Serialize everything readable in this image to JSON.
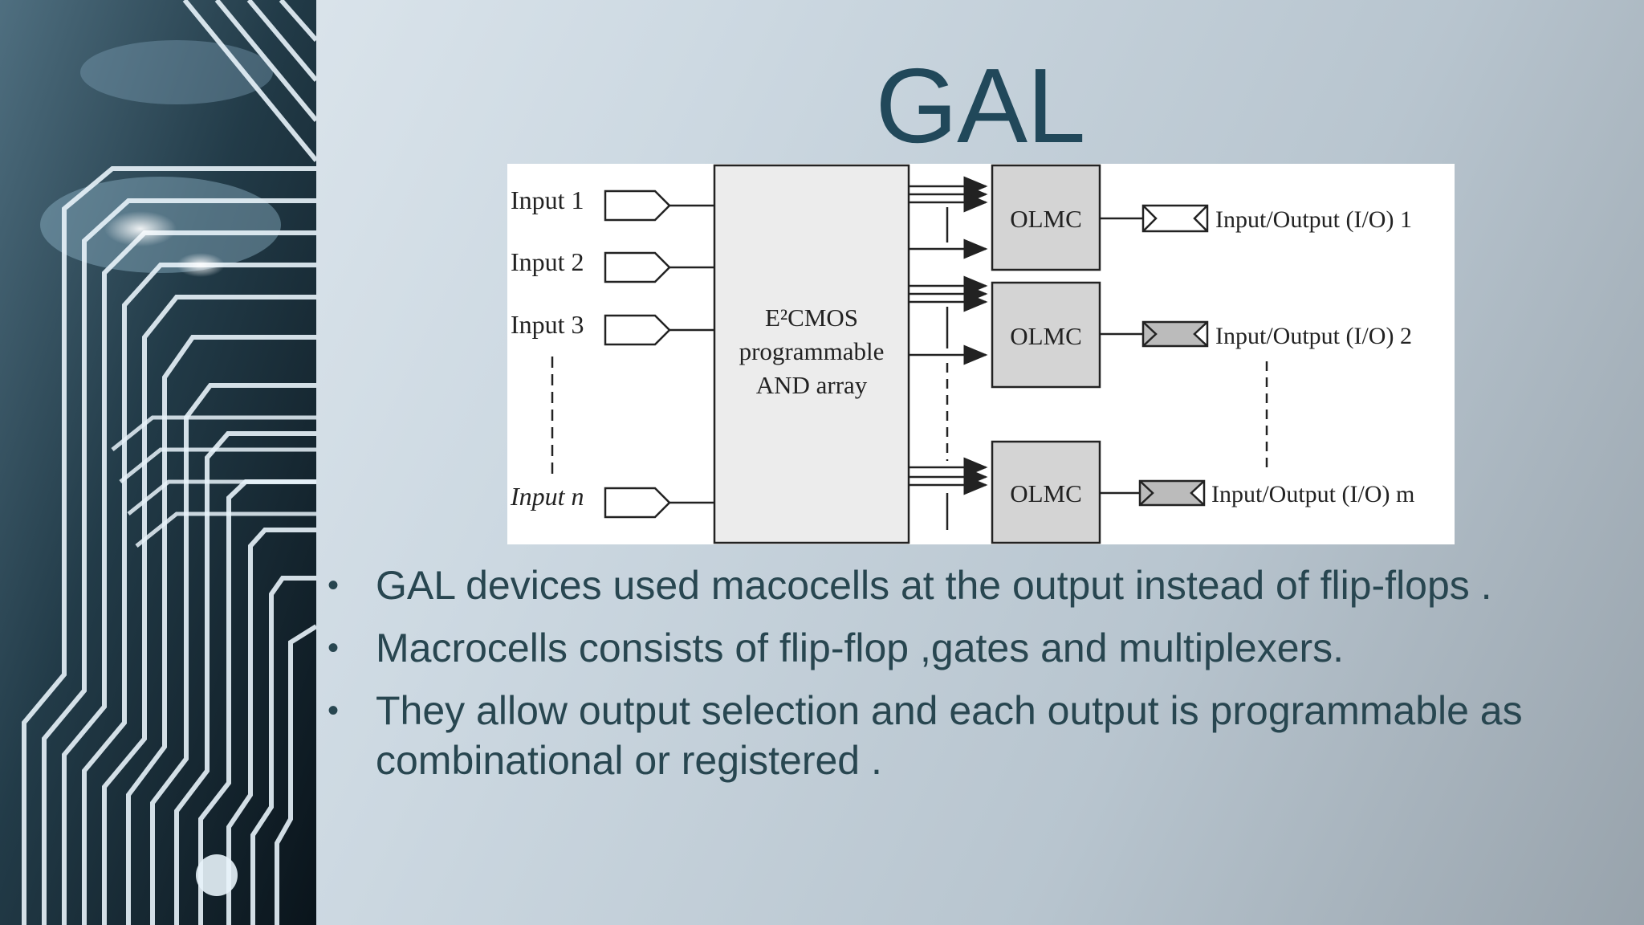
{
  "slide": {
    "title": "GAL",
    "bullets": [
      "GAL devices used macocells at the output instead of flip-flops .",
      "Macrocells consists of flip-flop ,gates and multiplexers.",
      "They allow output selection and each output is programmable as combinational or registered ."
    ]
  },
  "diagram": {
    "inputs": [
      "Input 1",
      "Input 2",
      "Input 3",
      "Input n"
    ],
    "array_label": [
      "E²CMOS",
      "programmable",
      "AND array"
    ],
    "macrocell_label": "OLMC",
    "outputs": [
      "Input/Output (I/O) 1",
      "Input/Output (I/O) 2",
      "Input/Output (I/O) m"
    ]
  },
  "colors": {
    "title": "#21485a",
    "body_text": "#284650",
    "olmc_fill": "#d4d4d4",
    "array_fill": "#ececec"
  }
}
